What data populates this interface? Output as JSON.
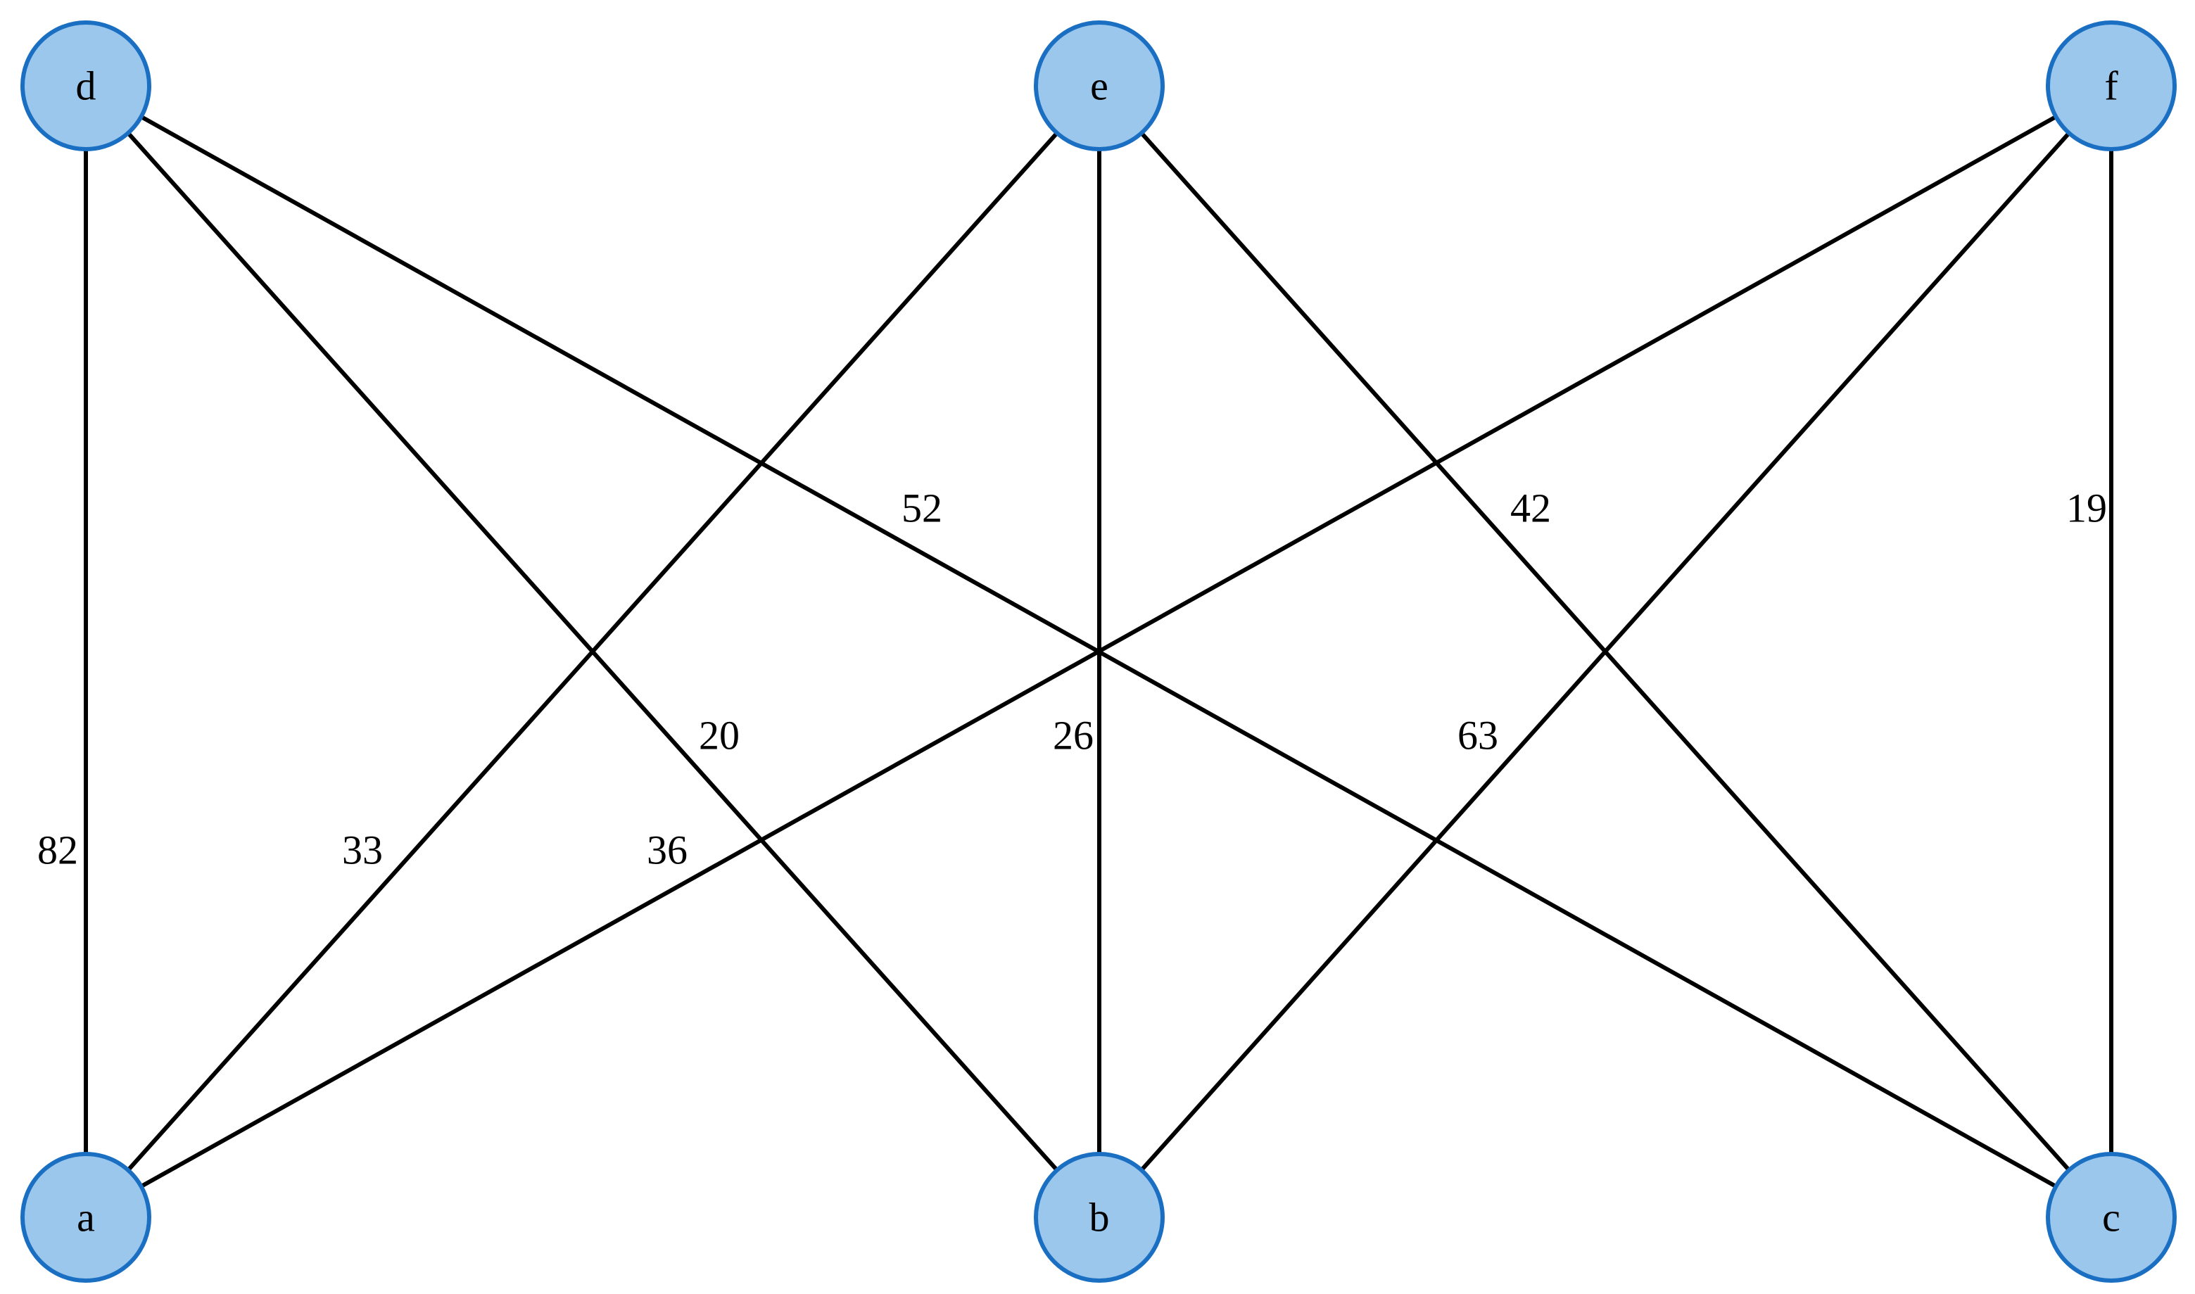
{
  "colors": {
    "node_fill": "#9bc7ec",
    "node_stroke": "#1a6fc2",
    "edge": "#000000",
    "text": "#000000",
    "background": "#ffffff"
  },
  "nodes": [
    {
      "id": "d",
      "label": "d"
    },
    {
      "id": "e",
      "label": "e"
    },
    {
      "id": "f",
      "label": "f"
    },
    {
      "id": "a",
      "label": "a"
    },
    {
      "id": "b",
      "label": "b"
    },
    {
      "id": "c",
      "label": "c"
    }
  ],
  "edges": [
    {
      "from": "d",
      "to": "a",
      "weight": "82"
    },
    {
      "from": "d",
      "to": "b",
      "weight": "20"
    },
    {
      "from": "d",
      "to": "c",
      "weight": "52"
    },
    {
      "from": "e",
      "to": "a",
      "weight": "33"
    },
    {
      "from": "e",
      "to": "b",
      "weight": "26"
    },
    {
      "from": "e",
      "to": "c",
      "weight": "42"
    },
    {
      "from": "f",
      "to": "a",
      "weight": "36"
    },
    {
      "from": "f",
      "to": "b",
      "weight": "63"
    },
    {
      "from": "f",
      "to": "c",
      "weight": "19"
    }
  ]
}
